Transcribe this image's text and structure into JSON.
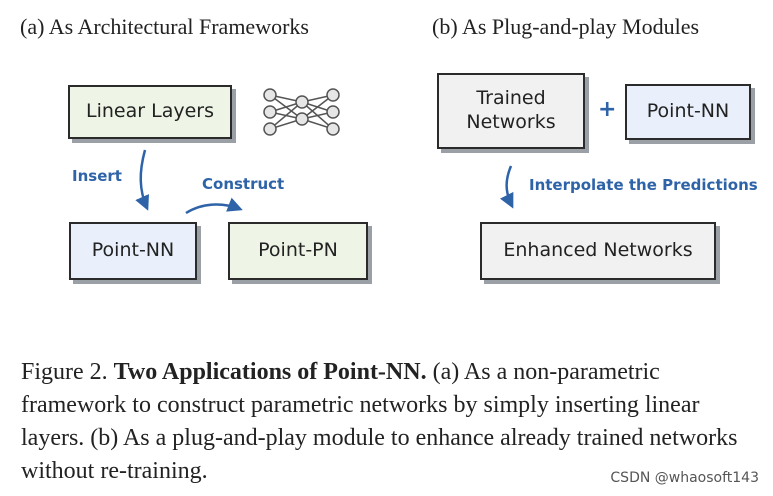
{
  "panel_a": {
    "heading": "(a) As Architectural Frameworks",
    "box_linear": "Linear Layers",
    "box_pointnn": "Point-NN",
    "box_pointpn": "Point-PN",
    "label_insert": "Insert",
    "label_construct": "Construct",
    "icon": "neural-network-icon"
  },
  "panel_b": {
    "heading": "(b) As Plug-and-play Modules",
    "box_trained_line1": "Trained",
    "box_trained_line2": "Networks",
    "plus": "+",
    "box_pointnn": "Point-NN",
    "label_interpolate": "Interpolate the Predictions",
    "box_enhanced": "Enhanced Networks"
  },
  "caption": {
    "prefix": "Figure 2.",
    "bold": "Two Applications of Point-NN.",
    "text": "(a) As a non-parametric framework to construct parametric networks by simply inserting linear layers.  (b) As a plug-and-play module to enhance already trained networks without re-training."
  },
  "watermark": "CSDN @whaosoft143",
  "colors": {
    "accent_blue": "#2e63a8",
    "box_green": "#eef5e6",
    "box_blue": "#e9f0fb",
    "box_gray": "#f1f1f1"
  }
}
